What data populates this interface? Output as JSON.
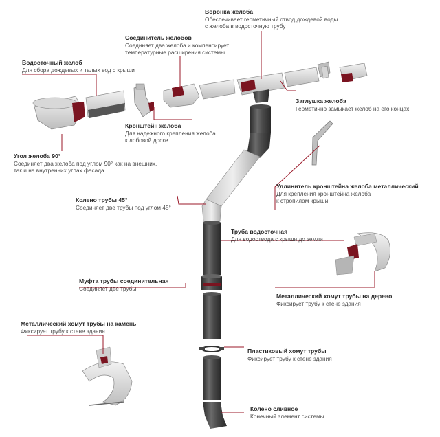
{
  "colors": {
    "accent": "#9b1a2a",
    "pipe_dark": "#3c3c3c",
    "pipe_light": "#d6d6d6"
  },
  "labels": {
    "voronka": {
      "title": "Воронка желоба",
      "desc": "Обеспечивает герметичный отвод дождевой воды\nс желоба в водосточную трубу"
    },
    "soedinitel": {
      "title": "Соединитель желобов",
      "desc": "Соединяет два желоба и компенсирует\nтемпературные расширения системы"
    },
    "zhelob": {
      "title": "Водосточный желоб",
      "desc": "Для сбора дождевых и талых вод с крыши"
    },
    "zaglushka": {
      "title": "Заглушка желоба",
      "desc": "Герметично замыкает желоб на его концах"
    },
    "kronshtein": {
      "title": "Кронштейн желоба",
      "desc": "Для надежного крепления желоба\nк лобовой доске"
    },
    "ugol": {
      "title": "Угол желоба 90°",
      "desc": "Соединяет два желоба под углом 90° как на внешних,\nтак и на внутренних углах фасада"
    },
    "udlinitel": {
      "title": "Удлинитель кронштейна желоба металлический",
      "desc": "Для крепления кронштейна желоба\nк стропилам крыши"
    },
    "koleno45": {
      "title": "Колено трубы 45°",
      "desc": "Соединяет две трубы под углом 45°"
    },
    "truba": {
      "title": "Труба водосточная",
      "desc": "Для водоотвода с крыши до земли"
    },
    "mufta": {
      "title": "Муфта трубы соединительная",
      "desc": "Соединяет две трубы"
    },
    "khomut_derevo": {
      "title": "Металлический хомут трубы на дерево",
      "desc": "Фиксирует трубу к стене здания"
    },
    "khomut_kamen": {
      "title": "Металлический хомут трубы на камень",
      "desc": "Фиксирует трубу к стене здания"
    },
    "khomut_plast": {
      "title": "Пластиковый хомут трубы",
      "desc": "Фиксирует трубу к стене здания"
    },
    "koleno_sliv": {
      "title": "Колено сливное",
      "desc": "Конечный элемент системы"
    }
  }
}
